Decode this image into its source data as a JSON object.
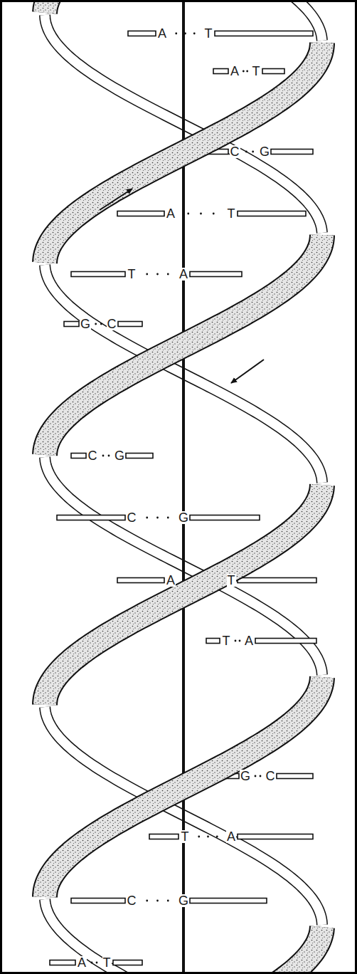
{
  "diagram": {
    "labels": [
      "A",
      "T",
      "A",
      "T",
      "C",
      "G",
      "A",
      "T",
      "T",
      "A",
      "G",
      "C",
      "C",
      "G",
      "C",
      "G",
      "A",
      "T",
      "T",
      "A",
      "G",
      "C",
      "T",
      "A",
      "C",
      "G",
      "A",
      "T"
    ]
  }
}
